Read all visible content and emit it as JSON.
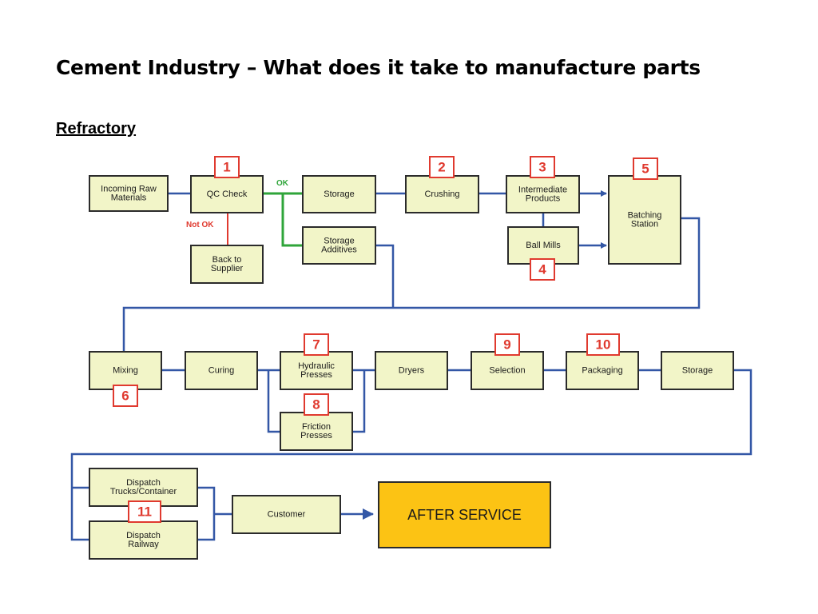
{
  "title": "Cement Industry – What does it take to manufacture parts",
  "section": "Refractory",
  "colors": {
    "box_fill": "#f2f5c8",
    "box_border": "#2b2b2b",
    "connector_blue": "#3357a6",
    "connector_green": "#2fa53a",
    "connector_red": "#e03a2f",
    "badge_border": "#e03a2f",
    "after_service_fill": "#fcc314"
  },
  "boxes": {
    "incoming": [
      "Incoming Raw",
      "Materials"
    ],
    "qc_check": [
      "QC Check"
    ],
    "back_supplier": [
      "Back to",
      "Supplier"
    ],
    "storage1": [
      "Storage"
    ],
    "storage_additives": [
      "Storage",
      "Additives"
    ],
    "crushing": [
      "Crushing"
    ],
    "intermediate": [
      "Intermediate",
      "Products"
    ],
    "ball_mills": [
      "Ball Mills"
    ],
    "batching": [
      "Batching",
      "Station"
    ],
    "mixing": [
      "Mixing"
    ],
    "curing": [
      "Curing"
    ],
    "hydraulic": [
      "Hydraulic",
      "Presses"
    ],
    "friction": [
      "Friction",
      "Presses"
    ],
    "dryers": [
      "Dryers"
    ],
    "selection": [
      "Selection"
    ],
    "packaging": [
      "Packaging"
    ],
    "storage2": [
      "Storage"
    ],
    "dispatch_trucks": [
      "Dispatch",
      "Trucks/Container"
    ],
    "dispatch_railway": [
      "Dispatch",
      "Railway"
    ],
    "customer": [
      "Customer"
    ],
    "after_service": [
      "AFTER SERVICE"
    ]
  },
  "badges": {
    "b1": "1",
    "b2": "2",
    "b3": "3",
    "b4": "4",
    "b5": "5",
    "b6": "6",
    "b7": "7",
    "b8": "8",
    "b9": "9",
    "b10": "10",
    "b11": "11"
  },
  "status": {
    "ok": "OK",
    "not_ok": "Not OK"
  }
}
